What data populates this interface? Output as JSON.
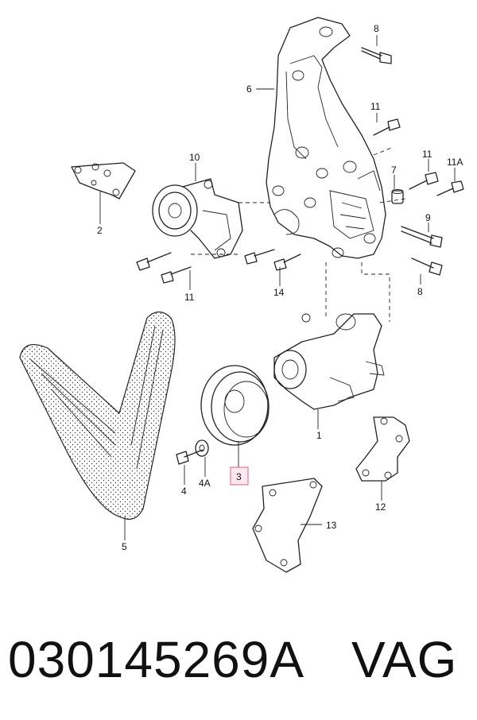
{
  "diagram": {
    "callouts": {
      "c1": "1",
      "c2": "2",
      "c3": "3",
      "c4": "4",
      "c4a": "4A",
      "c5": "5",
      "c6": "6",
      "c7": "7",
      "c8a": "8",
      "c8b": "8",
      "c9": "9",
      "c10": "10",
      "c11a": "11",
      "c11b": "11",
      "c11c": "11",
      "c11A": "11A",
      "c12": "12",
      "c13": "13",
      "c14": "14"
    },
    "highlight_color": "#e06080"
  },
  "footer": {
    "part_number": "030145269A",
    "brand": "VAG"
  }
}
